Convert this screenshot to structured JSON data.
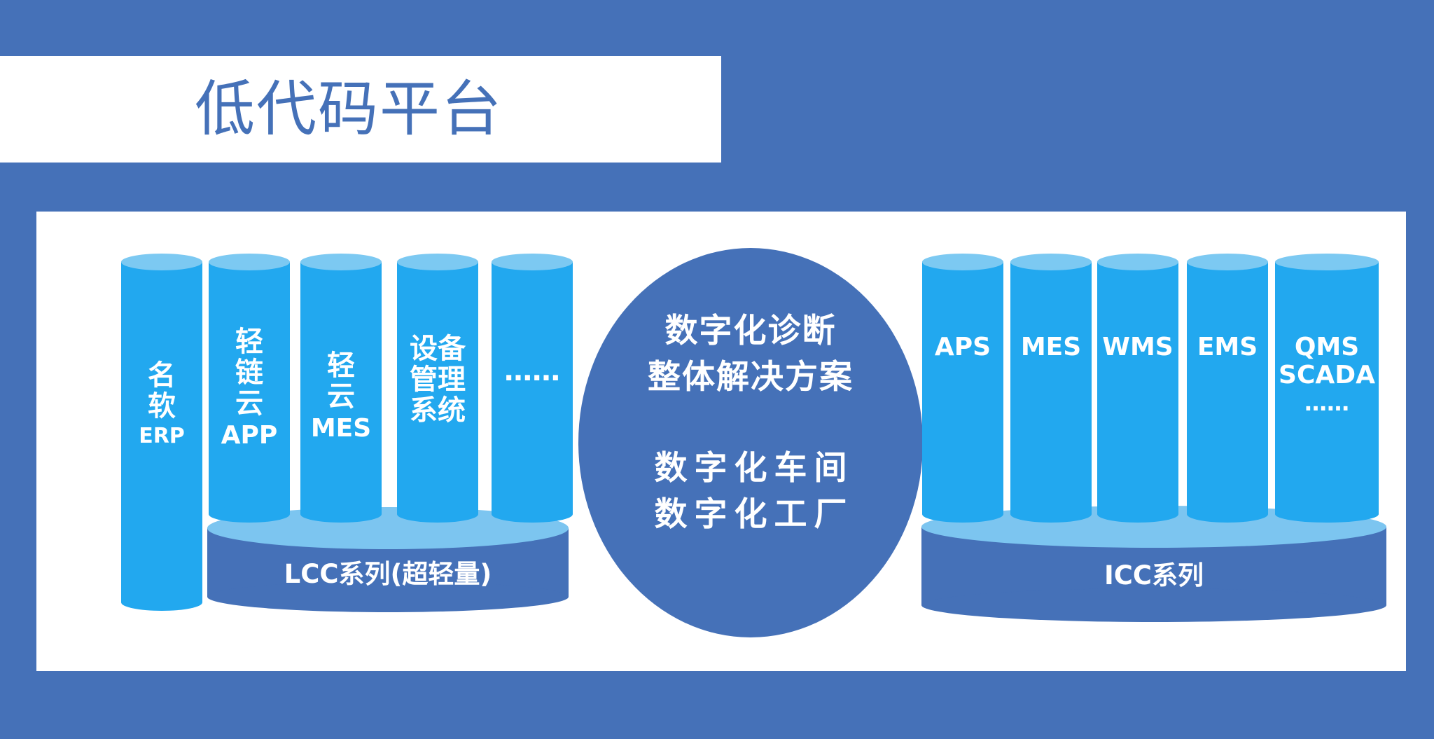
{
  "title": "低代码平台",
  "left_columns": [
    {
      "line1": "名",
      "line2": "软",
      "sub": "ERP"
    },
    {
      "line1": "轻",
      "line2": "链",
      "line3": "云",
      "sub": "APP"
    },
    {
      "line1": "轻",
      "line2": "云",
      "sub": "MES"
    },
    {
      "line1": "设备",
      "line2": "管理",
      "line3": "系统"
    },
    {
      "dots": "……"
    }
  ],
  "left_base_label": "LCC系列(超轻量)",
  "center": {
    "line1": "数字化诊断",
    "line2": "整体解决方案",
    "line3": "数字化车间",
    "line4": "数字化工厂"
  },
  "right_columns": [
    {
      "label": "APS"
    },
    {
      "label": "MES"
    },
    {
      "label": "WMS"
    },
    {
      "label": "EMS"
    },
    {
      "line1": "QMS",
      "line2": "SCADA",
      "dots": "……"
    }
  ],
  "right_base_label": "ICC系列",
  "colors": {
    "background": "#4571b8",
    "cylinder_body": "#22a8ef",
    "cylinder_top": "#7cc9f2",
    "base_body": "#4571b8",
    "base_top": "#7cc5f0",
    "center_drum": "#4571b8"
  }
}
